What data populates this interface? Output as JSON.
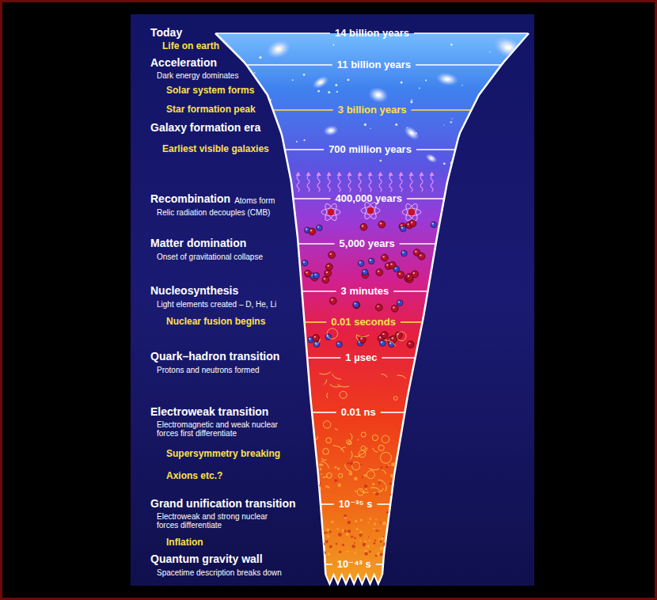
{
  "diagram": {
    "labels": [
      "Today",
      "14 billion years",
      "Life on earth",
      "Acceleration",
      "Dark energy dominates",
      "11 billion years",
      "Solar system forms",
      "Star formation peak",
      "3 billion years",
      "Galaxy formation era",
      "Earliest visible galaxies",
      "700 million years",
      "Recombination",
      "Atoms form",
      "Relic radiation decouples (CMB)",
      "400,000 years",
      "Matter domination",
      "Onset of gravitational collapse",
      "5,000 years",
      "Nucleosynthesis",
      "Light elements created – D, He, Li",
      "3 minutes",
      "Nuclear fusion begins",
      "0.01 seconds",
      "Quark–hadron transition",
      "Protons and neutrons formed",
      "1 µsec",
      "Electroweak transition",
      "Electromagnetic and weak nuclear forces first differentiate",
      "0.01 ns",
      "Supersymmetry breaking",
      "Axions etc.?",
      "Grand unification transition",
      "Electroweak and strong nuclear forces differentiate",
      "10⁻³⁵ s",
      "Inflation",
      "Quantum gravity wall",
      "Spacetime description breaks down",
      "10⁻⁴³ s"
    ]
  }
}
